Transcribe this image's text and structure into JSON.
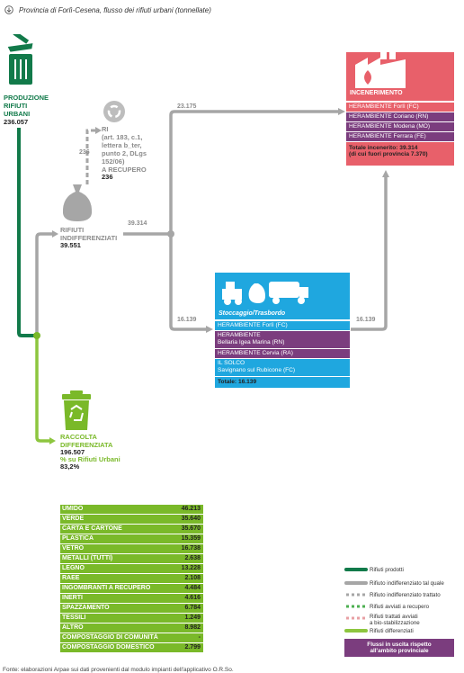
{
  "title": "Provincia di Forlì-Cesena, flusso dei rifiuti urbani (tonnellate)",
  "production": {
    "label_l1": "PRODUZIONE",
    "label_l2": "RIFIUTI",
    "label_l3": "URBANI",
    "value": "236.057"
  },
  "ri": {
    "l1": "RI",
    "l2": "(art. 183, c.1,",
    "l3": "lettera b_ter,",
    "l4": "punto 2, DLgs",
    "l5": "152/06)",
    "l6": "A RECUPERO",
    "value": "236",
    "flow_value": "236"
  },
  "undiff": {
    "l1": "RIFIUTI",
    "l2": "INDIFFERENZIATI",
    "value": "39.551"
  },
  "diff": {
    "l1": "RACCOLTA",
    "l2": "DIFFERENZIATA",
    "value": "196.507",
    "pct_label": "% su Rifiuti Urbani",
    "pct": "83,2%"
  },
  "flows": {
    "to_incin_top": "23.175",
    "undiff_split": "39.314",
    "to_storage": "16.139",
    "storage_to_incin": "16.139"
  },
  "incin": {
    "header": "INCENERIMENTO",
    "rows": [
      "HERAMBIENTE Forlì (FC)",
      "HERAMBIENTE Coriano (RN)",
      "HERAMBIENTE Modena (MO)",
      "HERAMBIENTE Ferrara (FE)"
    ],
    "total_l1": "Totale incenerito: 39.314",
    "total_l2": "(di cui fuori provincia 7.370)"
  },
  "storage": {
    "header": "Stoccaggio/Trasbordo",
    "row1": "HERAMBIENTE Forlì (FC)",
    "row2a": "HERAMBIENTE",
    "row2b": "Bellaria Igea Marina (RN)",
    "row3": "HERAMBIENTE Cervia (RA)",
    "row4a": "IL SOLCO",
    "row4b": "Savignano sul Rubicone (FC)",
    "total": "Totale: 16.139"
  },
  "table": [
    {
      "name": "UMIDO",
      "value": "46.213"
    },
    {
      "name": "VERDE",
      "value": "35.640"
    },
    {
      "name": "CARTA E CARTONE",
      "value": "35.670"
    },
    {
      "name": "PLASTICA",
      "value": "15.359"
    },
    {
      "name": "VETRO",
      "value": "16.738"
    },
    {
      "name": "METALLI (TUTTI)",
      "value": "2.638"
    },
    {
      "name": "LEGNO",
      "value": "13.228"
    },
    {
      "name": "RAEE",
      "value": "2.108"
    },
    {
      "name": "INGOMBRANTI A RECUPERO",
      "value": "4.484"
    },
    {
      "name": "INERTI",
      "value": "4.616"
    },
    {
      "name": "SPAZZAMENTO",
      "value": "6.784"
    },
    {
      "name": "TESSILI",
      "value": "1.249"
    },
    {
      "name": "ALTRO",
      "value": "8.982"
    },
    {
      "name": "COMPOSTAGGIO DI COMUNITÀ",
      "value": "-"
    },
    {
      "name": "COMPOSTAGGIO DOMESTICO",
      "value": "2.799"
    }
  ],
  "legend": {
    "i1": "Rifiuti prodotti",
    "i2": "Rifiuto indifferenziato tal quale",
    "i3": "Rifiuto indifferenziato trattato",
    "i4": "Rifiuti avviati a recupero",
    "i5a": "Rifiuti trattati avviati",
    "i5b": "a bio-stabilizzazione",
    "i6": "Rifiuti differenziati",
    "out_l1": "Flussi in uscita rispetto",
    "out_l2": "all'ambito provinciale"
  },
  "source": "Fonte: elaborazioni Arpae sui dati provenienti dal modulo impianti dell'applicativo O.R.So.",
  "colors": {
    "dark_green": "#127a4a",
    "light_green": "#7ab929",
    "gray": "#a6a6a6",
    "incin_red": "#e8606a",
    "purple": "#7b3d7e",
    "storage_blue": "#1fa7df"
  }
}
